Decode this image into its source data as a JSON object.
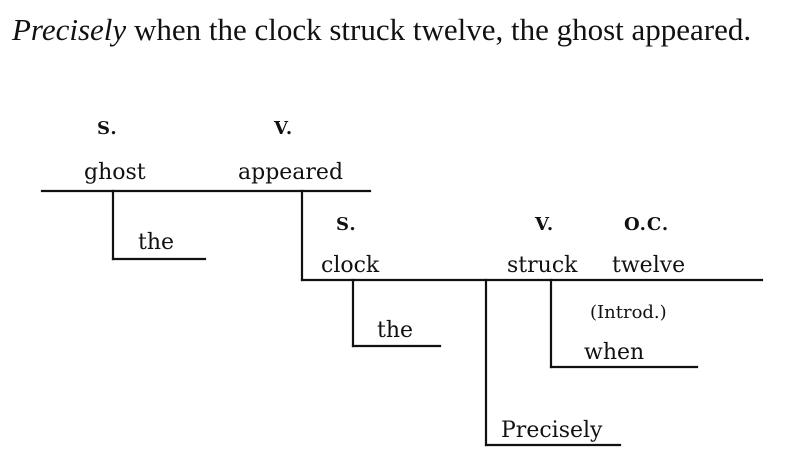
{
  "sentence": {
    "italic_word": "Precisely",
    "rest": " when the clock struck twelve, the ghost appeared."
  },
  "diagram": {
    "main_clause": {
      "subject_tag": "S.",
      "verb_tag": "V.",
      "subject": "ghost",
      "verb": "appeared",
      "subject_modifier": "the"
    },
    "sub_clause": {
      "subject_tag": "S.",
      "verb_tag": "V.",
      "object_tag": "O.C.",
      "subject": "clock",
      "verb": "struck",
      "object": "twelve",
      "subject_modifier": "the",
      "introducer_label": "(Introd.)",
      "introducer": "when",
      "adverb": "Precisely"
    }
  }
}
